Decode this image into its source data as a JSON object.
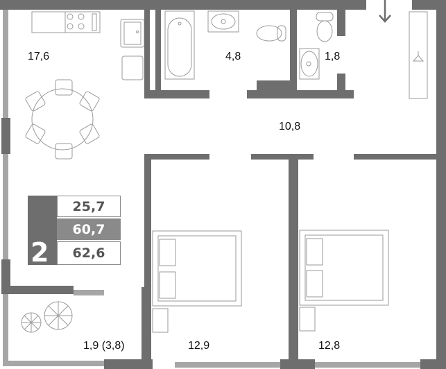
{
  "plan": {
    "room_count": "2",
    "areas": {
      "living": "25,7",
      "total": "60,7",
      "total_with_balcony": "62,6"
    },
    "rooms": [
      {
        "id": "kitchen",
        "area": "17,6"
      },
      {
        "id": "bathroom",
        "area": "4,8"
      },
      {
        "id": "wc",
        "area": "1,8"
      },
      {
        "id": "hallway",
        "area": "10,8"
      },
      {
        "id": "balcony",
        "area": "1,9 (3,8)"
      },
      {
        "id": "bedroom-1",
        "area": "12,9"
      },
      {
        "id": "bedroom-2",
        "area": "12,8"
      }
    ],
    "entrance_icon": "arrow-down-icon",
    "colors": {
      "wall": "#6e6e6e",
      "light_wall": "#a6a6a6",
      "furniture_line": "#999999"
    }
  }
}
